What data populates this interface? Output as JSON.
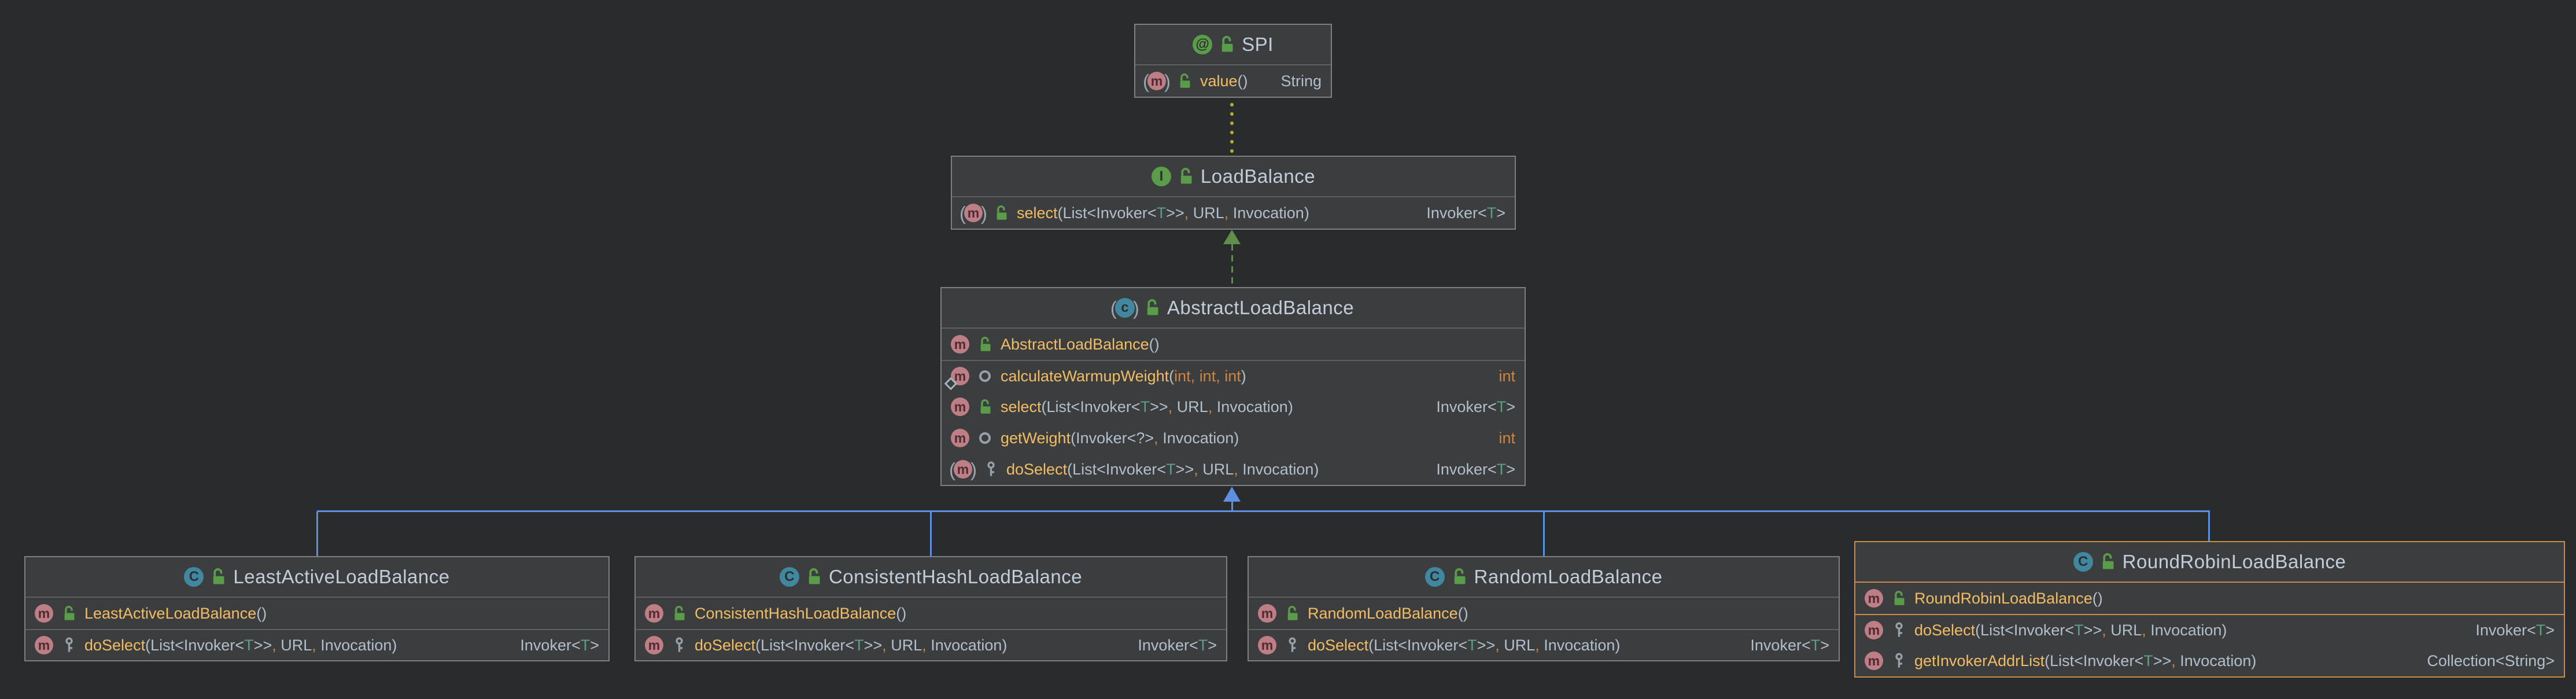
{
  "diagram_title": "LoadBalance UML class diagram",
  "colors": {
    "background": "#2a2b2c",
    "node_fill": "#3b3d3f",
    "node_border": "#7d8082",
    "selected_node_border": "#cd8b49",
    "extends_edge": "#5e8fe0",
    "realizes_edge": "#5f8f4a",
    "annotation_edge": "#b1b232",
    "class_title_text": "#c3cdda",
    "method_name_text": "#f3bd63",
    "keyword_text": "#d0853e",
    "type_parameter_text": "#5d9f86",
    "signature_text": "#b3bfcb"
  },
  "classes": {
    "spi": {
      "kind": "annotation",
      "title": "SPI",
      "rows": [
        {
          "name": "value",
          "params": "()",
          "ret": "String",
          "visibility": "public",
          "abstract": true
        }
      ]
    },
    "loadBalance": {
      "kind": "interface",
      "title": "LoadBalance",
      "rows": [
        {
          "name": "select",
          "params": "(List<Invoker<T>>, URL, Invocation)",
          "ret": "Invoker<T>",
          "visibility": "public",
          "abstract": true
        }
      ]
    },
    "abstractLoadBalance": {
      "kind": "abstract-class",
      "title": "AbstractLoadBalance",
      "rows": [
        {
          "name": "AbstractLoadBalance",
          "params": "()",
          "ret": "",
          "visibility": "public"
        },
        {
          "name": "calculateWarmupWeight",
          "params": "(int, int, int)",
          "ret": "int",
          "visibility": "package-private",
          "static": true
        },
        {
          "name": "select",
          "params": "(List<Invoker<T>>, URL, Invocation)",
          "ret": "Invoker<T>",
          "visibility": "public"
        },
        {
          "name": "getWeight",
          "params": "(Invoker<?>, Invocation)",
          "ret": "int",
          "visibility": "package-private"
        },
        {
          "name": "doSelect",
          "params": "(List<Invoker<T>>, URL, Invocation)",
          "ret": "Invoker<T>",
          "visibility": "protected",
          "abstract": true
        }
      ]
    },
    "leastActive": {
      "kind": "class",
      "title": "LeastActiveLoadBalance",
      "rows": [
        {
          "name": "LeastActiveLoadBalance",
          "params": "()",
          "ret": "",
          "visibility": "public"
        },
        {
          "name": "doSelect",
          "params": "(List<Invoker<T>>, URL, Invocation)",
          "ret": "Invoker<T>",
          "visibility": "protected"
        }
      ]
    },
    "consistentHash": {
      "kind": "class",
      "title": "ConsistentHashLoadBalance",
      "rows": [
        {
          "name": "ConsistentHashLoadBalance",
          "params": "()",
          "ret": "",
          "visibility": "public"
        },
        {
          "name": "doSelect",
          "params": "(List<Invoker<T>>, URL, Invocation)",
          "ret": "Invoker<T>",
          "visibility": "protected"
        }
      ]
    },
    "random": {
      "kind": "class",
      "title": "RandomLoadBalance",
      "rows": [
        {
          "name": "RandomLoadBalance",
          "params": "()",
          "ret": "",
          "visibility": "public"
        },
        {
          "name": "doSelect",
          "params": "(List<Invoker<T>>, URL, Invocation)",
          "ret": "Invoker<T>",
          "visibility": "protected"
        }
      ]
    },
    "roundRobin": {
      "kind": "class",
      "title": "RoundRobinLoadBalance",
      "selected": true,
      "rows": [
        {
          "name": "RoundRobinLoadBalance",
          "params": "()",
          "ret": "",
          "visibility": "public"
        },
        {
          "name": "doSelect",
          "params": "(List<Invoker<T>>, URL, Invocation)",
          "ret": "Invoker<T>",
          "visibility": "protected"
        },
        {
          "name": "getInvokerAddrList",
          "params": "(List<Invoker<T>>, Invocation)",
          "ret": "Collection<String>",
          "visibility": "protected"
        }
      ]
    }
  },
  "edges": [
    {
      "from": "LoadBalance",
      "to": "SPI",
      "type": "annotation-dependency"
    },
    {
      "from": "AbstractLoadBalance",
      "to": "LoadBalance",
      "type": "realization"
    },
    {
      "from": "LeastActiveLoadBalance",
      "to": "AbstractLoadBalance",
      "type": "generalization"
    },
    {
      "from": "ConsistentHashLoadBalance",
      "to": "AbstractLoadBalance",
      "type": "generalization"
    },
    {
      "from": "RandomLoadBalance",
      "to": "AbstractLoadBalance",
      "type": "generalization"
    },
    {
      "from": "RoundRobinLoadBalance",
      "to": "AbstractLoadBalance",
      "type": "generalization"
    }
  ]
}
